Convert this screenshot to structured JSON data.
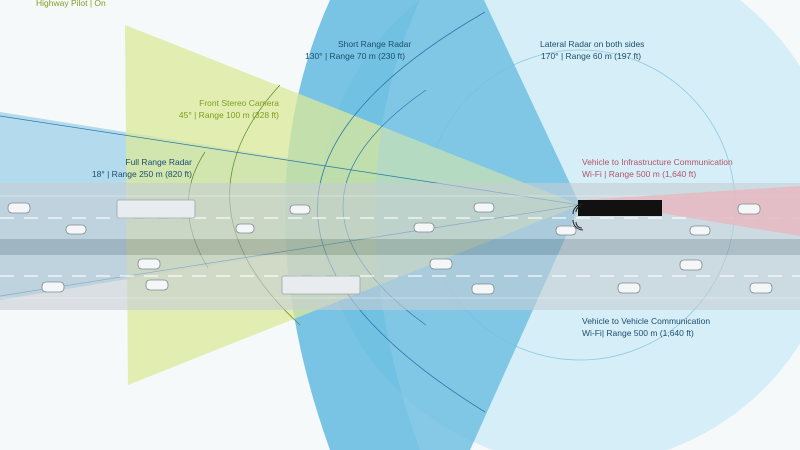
{
  "header": {
    "label": "Highway Pilot | On"
  },
  "sensors": [
    {
      "name": "Full Range Radar",
      "spec": "18° | Range 250 m (820 ft)"
    },
    {
      "name": "Front Stereo Camera",
      "spec": "45° | Range 100 m (328 ft)"
    },
    {
      "name": "Short Range Radar",
      "spec": "130° | Range 70 m (230 ft)"
    },
    {
      "name": "Lateral Radar on both sides",
      "spec": "170° | Range 60 m (197 ft)"
    },
    {
      "name": "Vehicle to Infrastructure Communication",
      "spec": "Wi-Fi | Range 500 m (1,640 ft)"
    },
    {
      "name": "Vehicle to Vehicle Communication",
      "spec": "Wi-Fi| Range 500 m (1,640 ft)"
    }
  ],
  "colors": {
    "full_range_radar": "#5fb4d8",
    "front_camera": "#d6e58c",
    "short_range_radar": "#4fb2dc",
    "lateral_radar": "#cfe9f5",
    "v2i": "#e9c9cf",
    "road": "#c6cdd3",
    "truck": "#111111"
  },
  "icons": {
    "truck": "truck-icon",
    "wifi": "wifi-icon",
    "cars": "car-icon"
  }
}
